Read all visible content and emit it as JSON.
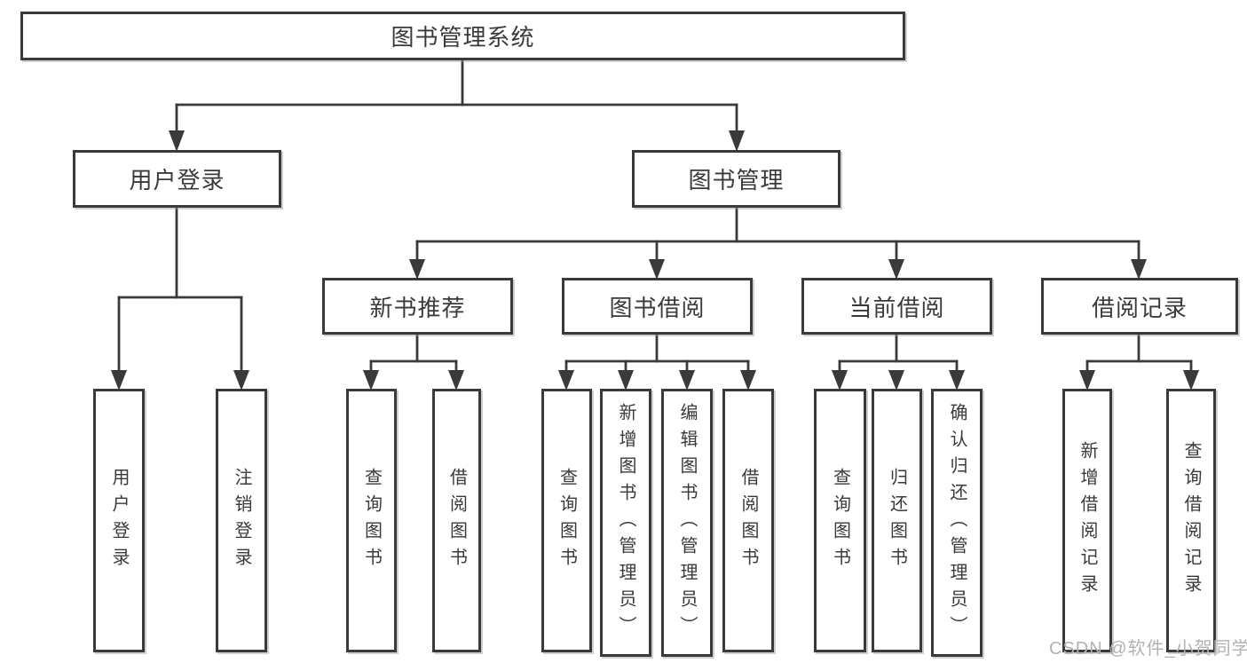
{
  "diagram": {
    "root": {
      "label": "图书管理系统"
    },
    "user_login_branch": {
      "label": "用户登录",
      "children": [
        {
          "label": "用户登录"
        },
        {
          "label": "注销登录"
        }
      ]
    },
    "book_management_branch": {
      "label": "图书管理",
      "sections": [
        {
          "label": "新书推荐",
          "children": [
            {
              "label": "查询图书"
            },
            {
              "label": "借阅图书"
            }
          ]
        },
        {
          "label": "图书借阅",
          "children": [
            {
              "label": "查询图书"
            },
            {
              "label": "新增图书（管理员）"
            },
            {
              "label": "编辑图书（管理员）"
            },
            {
              "label": "借阅图书"
            }
          ]
        },
        {
          "label": "当前借阅",
          "children": [
            {
              "label": "查询图书"
            },
            {
              "label": "归还图书"
            },
            {
              "label": "确认归还（管理员）"
            }
          ]
        },
        {
          "label": "借阅记录",
          "children": [
            {
              "label": "新增借阅记录"
            },
            {
              "label": "查询借阅记录"
            }
          ]
        }
      ]
    }
  },
  "watermark": {
    "text": "CSDN @软件_小贺同学"
  },
  "colors": {
    "line": "#3a3a3a",
    "text": "#3a3a3a",
    "watermark": "#b2b2b2",
    "background": "#ffffff"
  }
}
